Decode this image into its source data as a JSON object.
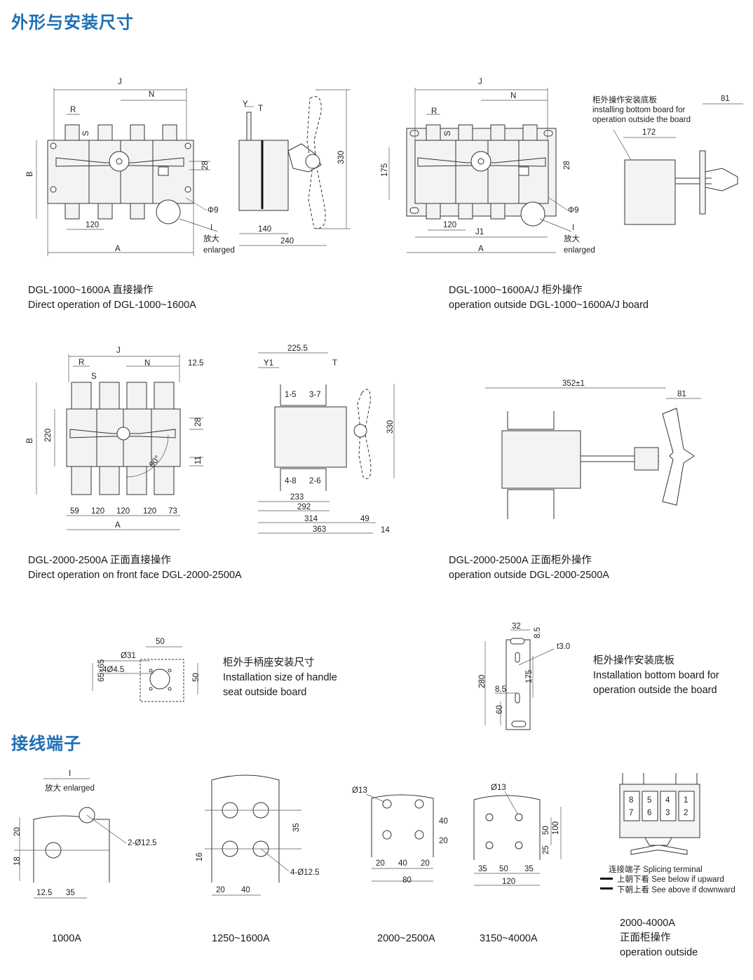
{
  "sections": {
    "dimensions_title": "外形与安装尺寸",
    "terminals_title": "接线端子"
  },
  "captions": {
    "c1": [
      "DGL-1000~1600A 直接操作",
      "Direct operation of DGL-1000~1600A"
    ],
    "c2": [
      "DGL-1000~1600A/J 柜外操作",
      "operation outside DGL-1000~1600A/J board"
    ],
    "c3": [
      "DGL-2000-2500A 正面直接操作",
      "Direct operation on front face DGL-2000-2500A"
    ],
    "c4": [
      "DGL-2000-2500A 正面柜外操作",
      "operation outside DGL-2000-2500A"
    ],
    "c5": [
      "柜外手柄座安装尺寸",
      "Installation size of handle",
      "seat outside board"
    ],
    "c6": [
      "柜外操作安装底板",
      "Installation bottom board for",
      "operation outside the board"
    ],
    "t1": [
      "1000A"
    ],
    "t2": [
      "1250~1600A"
    ],
    "t3": [
      "2000~2500A"
    ],
    "t4": [
      "3150~4000A"
    ],
    "t5": [
      "2000-4000A",
      "正面柜操作",
      "operation outside"
    ]
  },
  "labels": {
    "d1": {
      "J": "J",
      "N": "N",
      "R": "R",
      "S": "S",
      "B": "B",
      "v28": "28",
      "phi9": "Φ9",
      "v120": "120",
      "A": "A",
      "I": "I",
      "zoom": "放大",
      "enlarged": "enlarged"
    },
    "d1s": {
      "Y": "Y",
      "T": "T",
      "v330": "330",
      "v140": "140",
      "v240": "240"
    },
    "d2": {
      "J": "J",
      "N": "N",
      "R": "R",
      "S": "S",
      "v175": "175",
      "v28": "28",
      "phi9": "Φ9",
      "v120": "120",
      "J1": "J1",
      "A": "A",
      "I": "I",
      "zoom": "放大",
      "enlarged": "enlarged"
    },
    "d2s": {
      "n1": "柜外操作安装底板",
      "n2": "installing bottom board for",
      "n3": "operation outside the board",
      "v81": "81",
      "v172": "172"
    },
    "d3": {
      "J": "J",
      "v125": "12.5",
      "R": "R",
      "N": "N",
      "S": "S",
      "B": "B",
      "v220": "220",
      "v28": "28",
      "v11": "11",
      "deg": "90°",
      "v59": "59",
      "v120a": "120",
      "v120b": "120",
      "v120c": "120",
      "v73": "73",
      "A": "A"
    },
    "d3s": {
      "v2255": "225.5",
      "Y1": "Y1",
      "T": "T",
      "p15": "1-5",
      "p37": "3-7",
      "p48": "4-8",
      "p26": "2-6",
      "v330": "330",
      "v233": "233",
      "v292": "292",
      "v314": "314",
      "v49": "49",
      "v363": "363",
      "v14": "14"
    },
    "d4": {
      "v352": "352±1",
      "v81": "81"
    },
    "d5": {
      "v50": "50",
      "phi31": "Ø31",
      "h4": "4Ø4.5",
      "v65": "65×65",
      "v50b": "50"
    },
    "d6": {
      "v32": "32",
      "v85": "8.5",
      "t3": "t3.0",
      "v280": "280",
      "v175": "175",
      "v85b": "8.5",
      "v60": "60"
    },
    "tm1": {
      "I": "I",
      "zoom": "放大 enlarged",
      "v20": "20",
      "v18": "18",
      "hole": "2-Ø12.5",
      "v125": "12.5",
      "v35": "35"
    },
    "tm2": {
      "v35": "35",
      "v16": "16",
      "hole": "4-Ø12.5",
      "v20": "20",
      "v40": "40"
    },
    "tm3": {
      "phi": "Ø13",
      "v40": "40",
      "v20": "20",
      "v20a": "20",
      "v40b": "40",
      "v20b": "20",
      "v80": "80"
    },
    "tm4": {
      "phi": "Ø13",
      "v50": "50",
      "v100": "100",
      "v25": "25",
      "v35a": "35",
      "v50b": "50",
      "v35b": "35",
      "v120": "120"
    },
    "tm5": {
      "n8": "8",
      "n5": "5",
      "n4": "4",
      "n1": "1",
      "n7": "7",
      "n6": "6",
      "n3": "3",
      "n2": "2",
      "splice": "连接端子 Splicing terminal",
      "up": "上朝下看 See below if upward",
      "down": "下朝上看  See above if downward"
    }
  }
}
